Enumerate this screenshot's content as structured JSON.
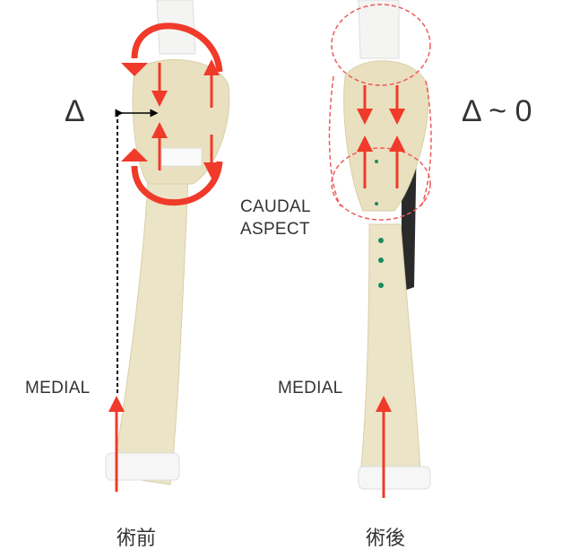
{
  "labels": {
    "delta_left": "Δ",
    "delta_right": "Δ ~ 0",
    "caudal_line1": "CAUDAL",
    "caudal_line2": "ASPECT",
    "medial_left": "MEDIAL",
    "medial_right": "MEDIAL",
    "caption_left": "術前",
    "caption_right": "術後"
  },
  "colors": {
    "arrow_red": "#f03a2a",
    "bone": "#ece4c6",
    "text": "#333333",
    "plate": "#2a2a2a",
    "screw": "#1a8a5a"
  }
}
